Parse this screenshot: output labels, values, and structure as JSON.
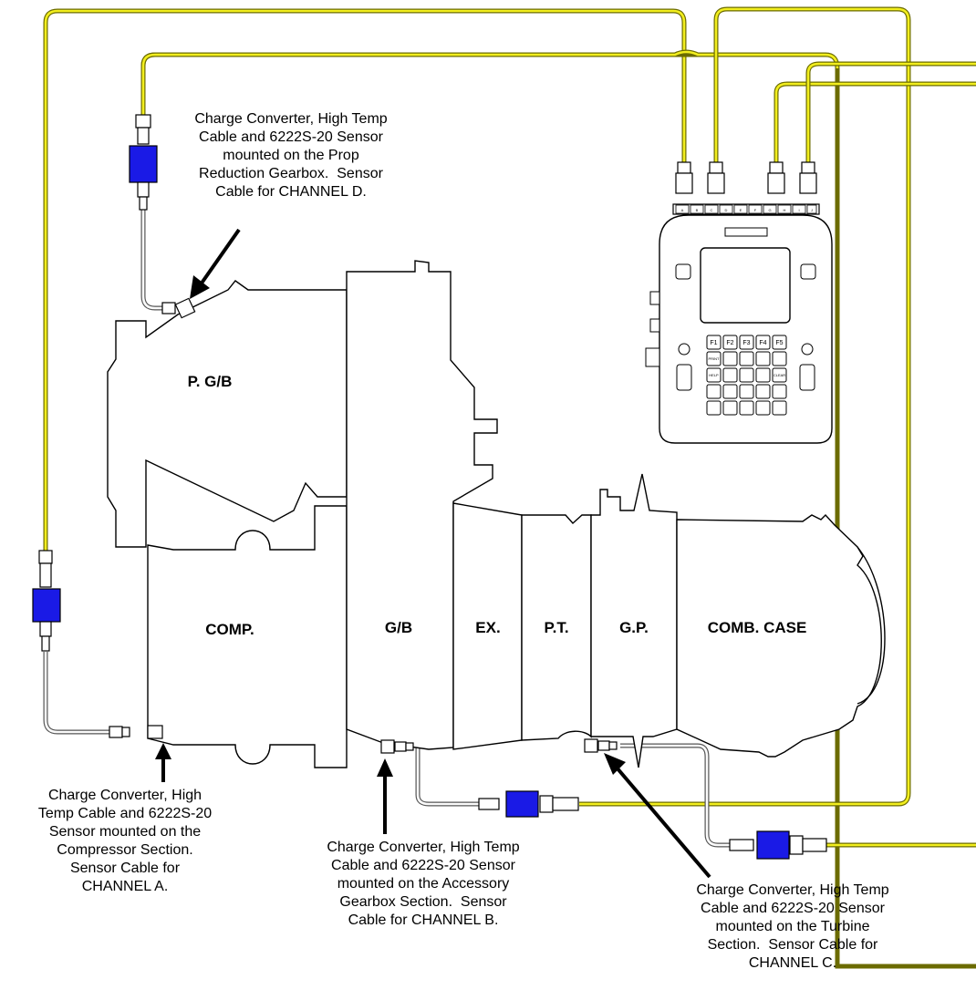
{
  "sections": {
    "pgb": "P. G/B",
    "comp": "COMP.",
    "gb": "G/B",
    "ex": "EX.",
    "pt": "P.T.",
    "gp": "G.P.",
    "comb": "COMB. CASE"
  },
  "notes": {
    "channel_d": "Charge Converter, High Temp\nCable and 6222S-20 Sensor\nmounted on the Prop\nReduction Gearbox.  Sensor\nCable for CHANNEL D.",
    "channel_a": "Charge Converter, High\nTemp Cable and 6222S-20\nSensor mounted on the\nCompressor Section.\nSensor Cable for\nCHANNEL A.",
    "channel_b": "Charge Converter, High Temp\nCable and 6222S-20 Sensor\nmounted on the Accessory\nGearbox Section.  Sensor\nCable for CHANNEL B.",
    "channel_c": "Charge Converter, High Temp\nCable and 6222S-20 Sensor\nmounted on the Turbine\nSection.  Sensor Cable for\nCHANNEL C."
  },
  "analyzer": {
    "ports": [
      "A",
      "B",
      "C",
      "D",
      "E",
      "F",
      "G",
      "H",
      "I",
      "J"
    ],
    "fkeys": [
      "F1",
      "F2",
      "F3",
      "F4",
      "F5"
    ],
    "keys": {
      "print": "PRINT",
      "help": "HELP",
      "clear": "CLEAR"
    }
  },
  "colors": {
    "cable_high_temp": "#f2ee1e",
    "cable_sensor": "#d8d8d8",
    "charge_converter": "#1a1ae6"
  }
}
